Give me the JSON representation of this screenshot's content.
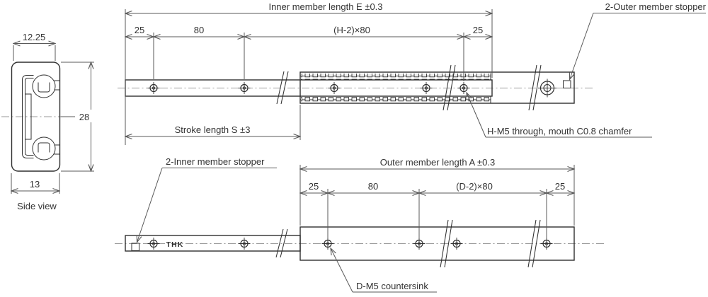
{
  "drawing": {
    "side_view": {
      "caption": "Side view",
      "dim_width_top": "12.25",
      "dim_height": "28",
      "dim_width_bottom": "13"
    },
    "inner_member_view": {
      "dim_length": "Inner member length E ±0.3",
      "dim_left_end": "25",
      "dim_first_pitch": "80",
      "dim_mid_pitch": "(H-2)×80",
      "dim_right_end": "25",
      "dim_stroke": "Stroke length S ±3",
      "label_stopper": "2-Outer member stopper",
      "label_holes": "H-M5 through, mouth C0.8 chamfer"
    },
    "outer_member_view": {
      "dim_length": "Outer member length A ±0.3",
      "dim_left_end": "25",
      "dim_first_pitch": "80",
      "dim_mid_pitch": "(D-2)×80",
      "dim_right_end": "25",
      "label_stopper": "2-Inner member stopper",
      "label_holes": "D-M5 countersink",
      "brand_logo": "THK"
    },
    "colors": {
      "object_line": "#2f2f2f",
      "dimension_line": "#595959",
      "center_line": "#9a9a9a",
      "background": "#ffffff",
      "text": "#333333"
    }
  }
}
